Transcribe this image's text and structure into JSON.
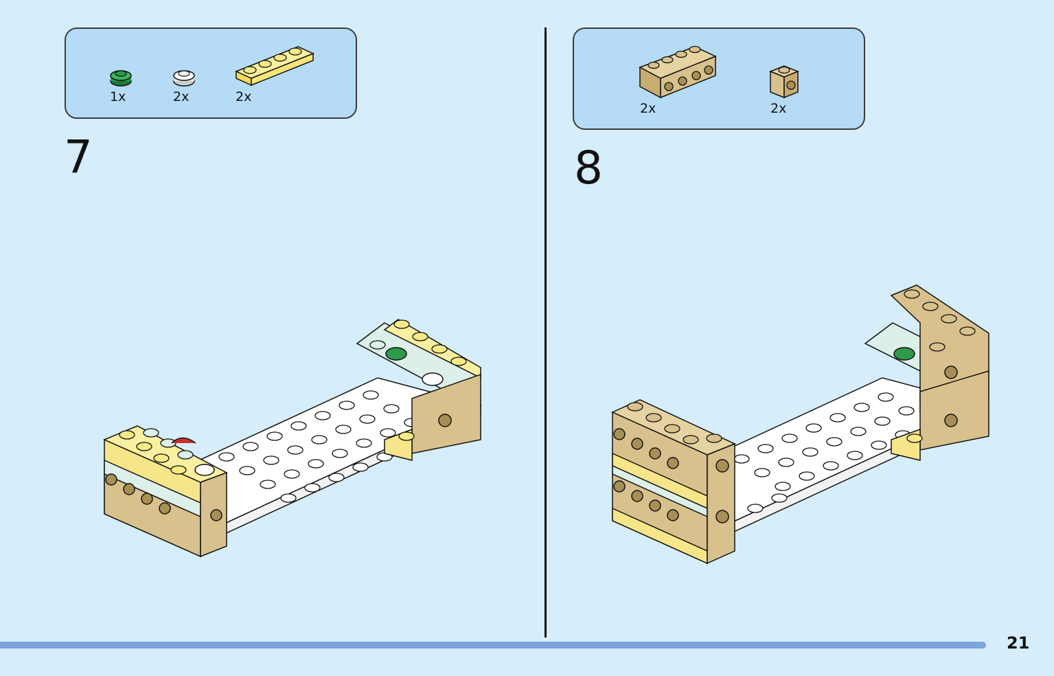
{
  "steps": [
    {
      "number": "7",
      "parts": [
        {
          "qty": "1x",
          "icon": "green-round-plate-icon",
          "color": "#2e9a4a"
        },
        {
          "qty": "2x",
          "icon": "white-round-plate-icon",
          "color": "#f2f2f2"
        },
        {
          "qty": "2x",
          "icon": "yellow-plate-1x4-icon",
          "color": "#f9ea86"
        }
      ]
    },
    {
      "number": "8",
      "parts": [
        {
          "qty": "2x",
          "icon": "tan-brick-1x4-studs-side-icon",
          "color": "#d8c18c"
        },
        {
          "qty": "2x",
          "icon": "tan-brick-1x1-stud-side-icon",
          "color": "#d8c18c"
        }
      ]
    }
  ],
  "page_number": "21",
  "colors": {
    "background": "#d6edfb",
    "parts_box": "#b5dbf6",
    "bottom_bar": "#7ca6da",
    "tan": "#d8c18c",
    "yellow": "#f9ea86",
    "white": "#ffffff",
    "mint": "#dcefe8"
  }
}
